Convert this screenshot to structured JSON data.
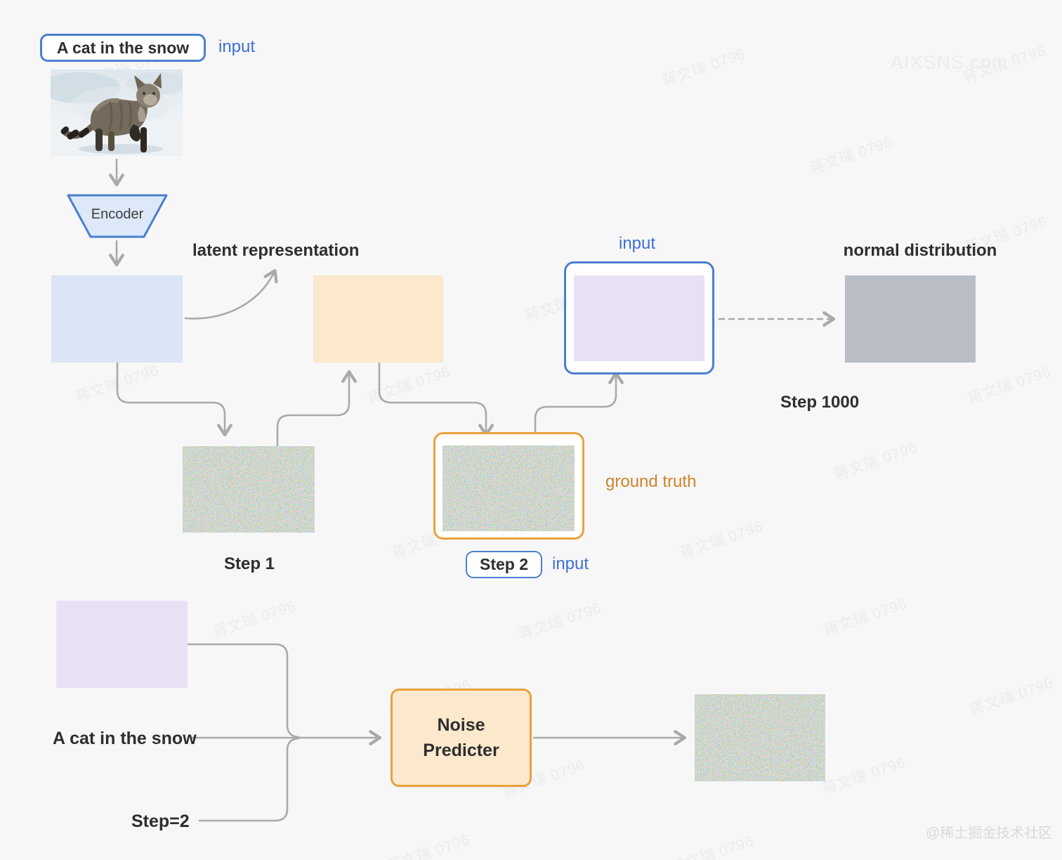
{
  "diagram": {
    "top_row": {
      "prompt_box": "A cat in the snow",
      "prompt_input_label": "input",
      "encoder": "Encoder",
      "latent_label": "latent representation",
      "noised_input_label": "input",
      "normal_distribution_label": "normal distribution",
      "step_1000": "Step 1000"
    },
    "noise_row": {
      "step_1": "Step 1",
      "step_2": "Step 2",
      "step_2_input_label": "input",
      "ground_truth": "ground truth"
    },
    "training_row": {
      "prompt": "A cat in the snow",
      "step": "Step=2",
      "predictor_line1": "Noise",
      "predictor_line2": "Predicter"
    }
  },
  "colors": {
    "bg": "#f7f7f8",
    "blue_border": "#4a7fd0",
    "blue_text": "#3e6fd3",
    "latent_fill": "#dbe5f6",
    "encoder_fill": "#dde9f9",
    "peach_fill": "#fce8cd",
    "purple_fill": "#e8e1f6",
    "gray_fill": "#b9bdc6",
    "orange_border": "#e9a23b",
    "ground_truth_text": "#ce8429",
    "arrow": "#a9a9a9",
    "text_dark": "#2e2e2e"
  },
  "watermark": {
    "text": "蒋文瑞 0796",
    "site": "AIXSNS.com",
    "community": "@稀土掘金技术社区"
  }
}
